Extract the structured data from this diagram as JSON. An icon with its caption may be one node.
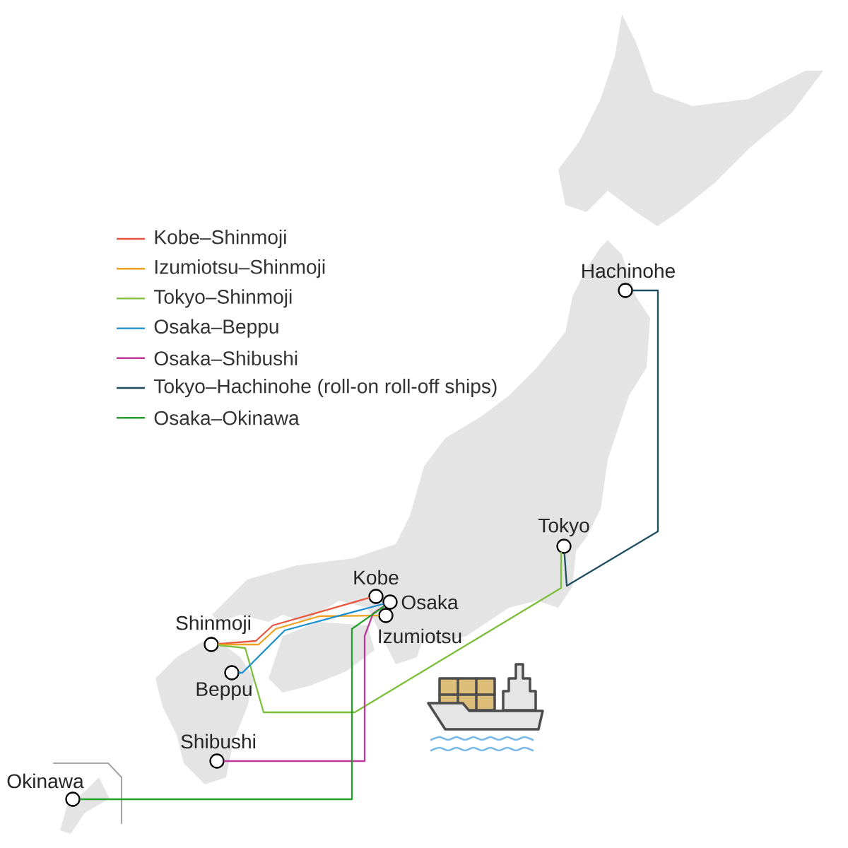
{
  "diagram": {
    "nodes": [
      {
        "text": [
          "Hachinohe"
        ]
      },
      {
        "text": [
          "Tokyo"
        ]
      },
      {
        "text": [
          "Kobe"
        ]
      },
      {
        "text": [
          "Osaka"
        ]
      },
      {
        "text": [
          "Izumiotsu"
        ]
      },
      {
        "text": [
          "Shinmoji"
        ]
      },
      {
        "text": [
          "Beppu"
        ]
      },
      {
        "text": [
          "Shibushi"
        ]
      },
      {
        "text": [
          "Okinawa"
        ]
      }
    ],
    "edges": [
      {
        "from": 2,
        "to": 5,
        "arrow": "none",
        "color": "#e8553f"
      },
      {
        "from": 4,
        "to": 5,
        "arrow": "none",
        "color": "#f0a020"
      },
      {
        "from": 1,
        "to": 5,
        "arrow": "none",
        "color": "#7dbf3c"
      },
      {
        "from": 3,
        "to": 6,
        "arrow": "none",
        "color": "#1a8fd0"
      },
      {
        "from": 3,
        "to": 7,
        "arrow": "none",
        "color": "#c0369a"
      },
      {
        "from": 1,
        "to": 0,
        "arrow": "none",
        "color": "#1d4e60"
      },
      {
        "from": 3,
        "to": 8,
        "arrow": "none",
        "color": "#22a02a"
      }
    ],
    "legend": [
      {
        "text": "Kobe–Shinmoji",
        "color": "#e8553f"
      },
      {
        "text": "Izumiotsu–Shinmoji",
        "color": "#f0a020"
      },
      {
        "text": "Tokyo–Shinmoji",
        "color": "#7dbf3c"
      },
      {
        "text": "Osaka–Beppu",
        "color": "#1a8fd0"
      },
      {
        "text": "Osaka–Shibushi",
        "color": "#c0369a"
      },
      {
        "text": "Tokyo–Hachinohe (roll-on roll-off ships)",
        "color": "#1d4e60"
      },
      {
        "text": "Osaka–Okinawa",
        "color": "#22a02a"
      }
    ]
  }
}
